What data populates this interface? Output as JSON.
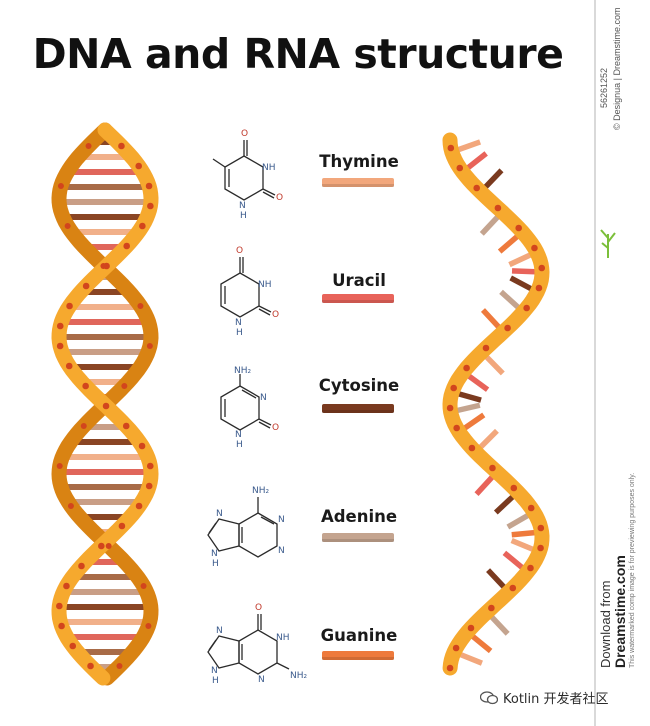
{
  "title": "DNA and RNA structure",
  "bases": [
    {
      "name": "Thymine",
      "color": "#f2a77c"
    },
    {
      "name": "Uracil",
      "color": "#e8635a"
    },
    {
      "name": "Cytosine",
      "color": "#7a3a1f"
    },
    {
      "name": "Adenine",
      "color": "#c4a48f"
    },
    {
      "name": "Guanine",
      "color": "#ee7a3c"
    }
  ],
  "atom_labels": {
    "O": "O",
    "NH": "NH",
    "N": "N",
    "H": "H",
    "NH2": "NH₂"
  },
  "colors": {
    "backbone": "#f6a92e",
    "backbone_shadow": "#d98313",
    "dots": "#d2451d",
    "dna_rungs": [
      "#8a4524",
      "#f1b08a",
      "#e0665b",
      "#a86b47",
      "#c99e86"
    ]
  },
  "watermark": {
    "id_text": "56261252",
    "credit_text": "© Designua | Dreamstime.com",
    "download_text": "Download from",
    "site_text": "Dreamstime.com",
    "note_text": "This watermarked comp image is for previewing purposes only.",
    "footer_text": "Kotlin 开发者社区",
    "leaf_icon": "leaf-icon",
    "chat_icon": "wechat-icon"
  }
}
